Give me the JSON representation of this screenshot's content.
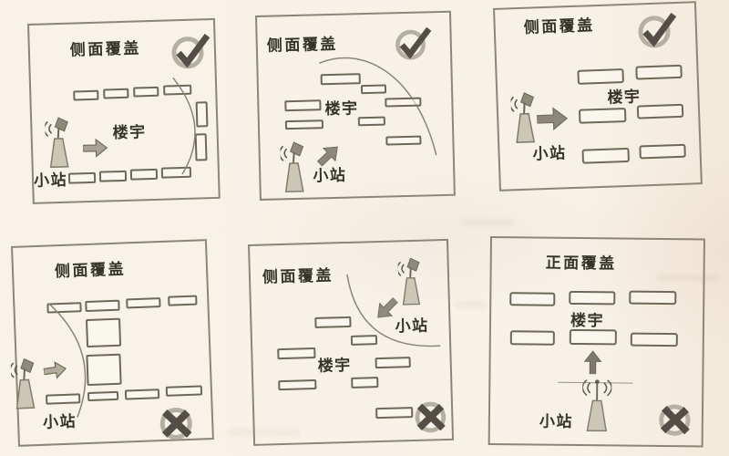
{
  "panels": [
    {
      "title": "侧面覆盖",
      "verdict": "correct",
      "station_label": "小站",
      "building_label": "楼宇"
    },
    {
      "title": "侧面覆盖",
      "verdict": "correct",
      "station_label": "小站",
      "building_label": "楼宇"
    },
    {
      "title": "侧面覆盖",
      "verdict": "correct",
      "station_label": "小站",
      "building_label": "楼宇"
    },
    {
      "title": "侧面覆盖",
      "verdict": "incorrect",
      "station_label": "小站"
    },
    {
      "title": "侧面覆盖",
      "verdict": "incorrect",
      "station_label": "小站",
      "building_label": "楼宇"
    },
    {
      "title": "正面覆盖",
      "verdict": "incorrect",
      "station_label": "小站",
      "building_label": "楼宇"
    }
  ],
  "colors": {
    "paper": "#f6f2e5",
    "ink": "#36332c",
    "panel_line": "#8d8576",
    "building_outline": "#6e6859",
    "icon_dark": "#534f47",
    "icon_ring": "#b6b0a2",
    "antenna_metal": "#cbc6b5"
  }
}
